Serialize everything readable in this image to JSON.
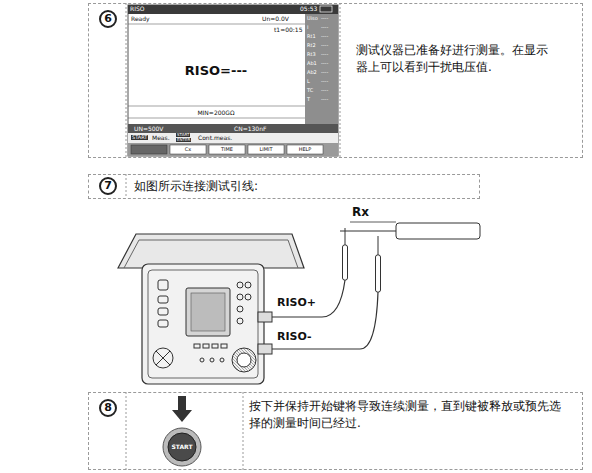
{
  "diagram": {
    "nodes": [
      {
        "text": [
          "6",
          "测试仪器已准备好进行测量。在显示器上可以看到干扰电压值."
        ]
      },
      {
        "text": [
          "7",
          "如图所示连接测试引线:"
        ]
      },
      {
        "text": [
          "8",
          "按下并保持开始键将导致连续测量，直到键被释放或预先选择的测量时间已经过."
        ]
      }
    ],
    "labels": [
      "RISO",
      "05:53",
      "Ready",
      "Un=0.0V",
      "t1=00:15",
      "RISO=---",
      "MIN=200GΩ",
      "UN=500V",
      "CN=130nF",
      "START",
      "Meas.",
      "START",
      "ENTER",
      "Cont.meas.",
      "Cx",
      "TIME",
      "LIMIT",
      "HELP",
      "Uiso",
      "----",
      "I",
      "----",
      "Rt1",
      "----",
      "Rt2",
      "----",
      "Rt3",
      "----",
      "Ab1",
      "----",
      "Ab2",
      "----",
      "L",
      "----",
      "TC",
      "----",
      "T",
      "----",
      "Rx",
      "RISO+",
      "RISO-",
      "START"
    ]
  }
}
